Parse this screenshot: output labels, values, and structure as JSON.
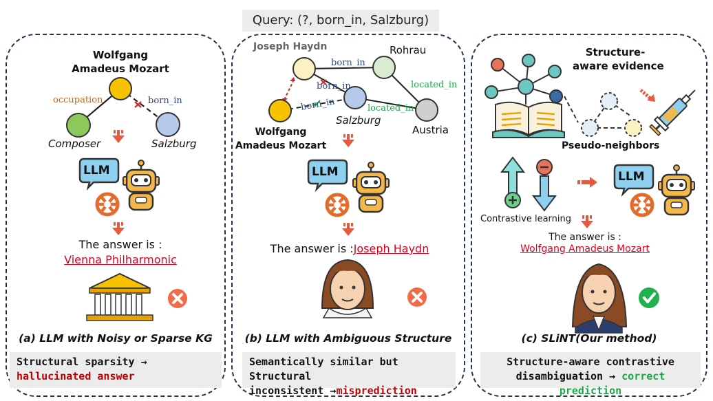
{
  "query": "Query: (?, born_in, Salzburg)",
  "panel_a": {
    "entity_top": [
      "Wolfgang",
      "Amadeus Mozart"
    ],
    "edge_occupation": "occupation",
    "edge_born_in": "born_in",
    "node_composer": "Composer",
    "node_salzburg": "Salzburg",
    "llm_label": "LLM",
    "answer_prefix": "The answer is :",
    "answer_value": "Vienna Philharmonic",
    "caption": "(a) LLM with Noisy or Sparse KG",
    "summary_black": "Structural sparsity → ",
    "summary_red": "hallucinated answer"
  },
  "panel_b": {
    "node_haydn": "Joseph Haydn",
    "node_rohrau": "Rohrau",
    "edge_born_in_top": "born_in",
    "edge_born_in_mid": "born_in",
    "edge_born_in_low": "born_in",
    "edge_located_in_1": "located_in",
    "edge_located_in_2": "located_in",
    "node_salzburg": "Salzburg",
    "node_austria": "Austria",
    "node_mozart": [
      "Wolfgang",
      "Amadeus Mozart"
    ],
    "llm_label": "LLM",
    "answer_prefix": "The answer is :",
    "answer_value": "Joseph Haydn",
    "caption": "(b) LLM with Ambiguous Structure",
    "summary_line1": "Semantically similar but Structural",
    "summary_black": "inconsistent →",
    "summary_red": "misprediction"
  },
  "panel_c": {
    "title": [
      "Structure-",
      "aware evidence"
    ],
    "pseudo_neighbors": "Pseudo-neighbors",
    "contrastive": "Contrastive learning",
    "llm_label": "LLM",
    "answer_prefix": "The answer is :",
    "answer_value": "Wolfgang Amadeus Mozart",
    "caption": "(c) SLiNT(Our method)",
    "summary_line1": "Structure-aware contrastive",
    "summary_black": "disambiguation → ",
    "summary_green": "correct prediction"
  },
  "colors": {
    "yellow_node": "#f7c200",
    "green_node": "#8dc85c",
    "blue_node": "#b5c9eb",
    "pale_node": "#fbf1c3",
    "gray_node": "#cfcfcf",
    "red_arrow": "#e85a40",
    "wrong_badge": "#f26a46",
    "correct_badge": "#22b14c",
    "teal": "#6dc6bf",
    "robot": "#f2b84b"
  },
  "icons": [
    "down-arrow-icon",
    "llm-speech-bubble-icon",
    "robot-icon",
    "openai-logo-icon",
    "building-icon",
    "wrong-badge-icon",
    "correct-badge-icon",
    "portrait-icon",
    "book-icon",
    "syringe-icon",
    "plus-arrow-icon",
    "minus-arrow-icon"
  ]
}
